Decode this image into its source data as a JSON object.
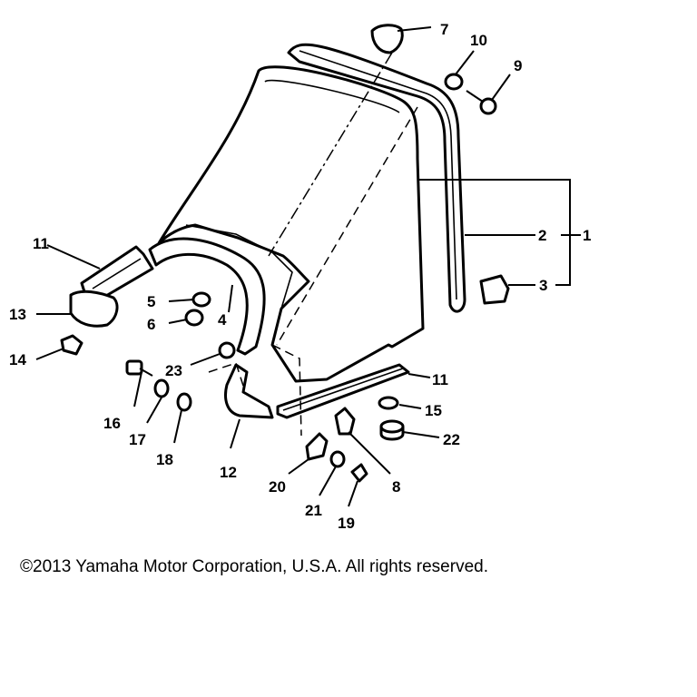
{
  "labels": {
    "p1": "1",
    "p2": "2",
    "p3": "3",
    "p4": "4",
    "p5": "5",
    "p6": "6",
    "p7": "7",
    "p8": "8",
    "p9": "9",
    "p10": "10",
    "p11a": "11",
    "p11b": "11",
    "p12": "12",
    "p13": "13",
    "p14": "14",
    "p15": "15",
    "p16": "16",
    "p17": "17",
    "p18": "18",
    "p19": "19",
    "p20": "20",
    "p21": "21",
    "p22": "22",
    "p23": "23"
  },
  "copyright": "©2013 Yamaha Motor Corporation, U.S.A. All rights reserved."
}
